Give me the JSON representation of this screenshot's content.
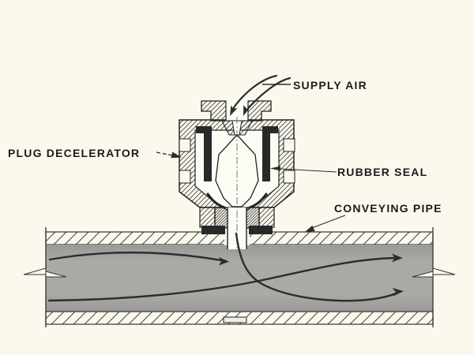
{
  "labels": {
    "supply_air": "SUPPLY AIR",
    "plug_decelerator": "PLUG DECELERATOR",
    "rubber_seal": "RUBBER SEAL",
    "conveying_pipe": "CONVEYING PIPE"
  },
  "colors": {
    "background": "#fbf9ee",
    "line": "#222222",
    "pipe_interior": "#a8a6a3",
    "seal_dark": "#282828",
    "flow_arrow": "#2d2d2d"
  }
}
